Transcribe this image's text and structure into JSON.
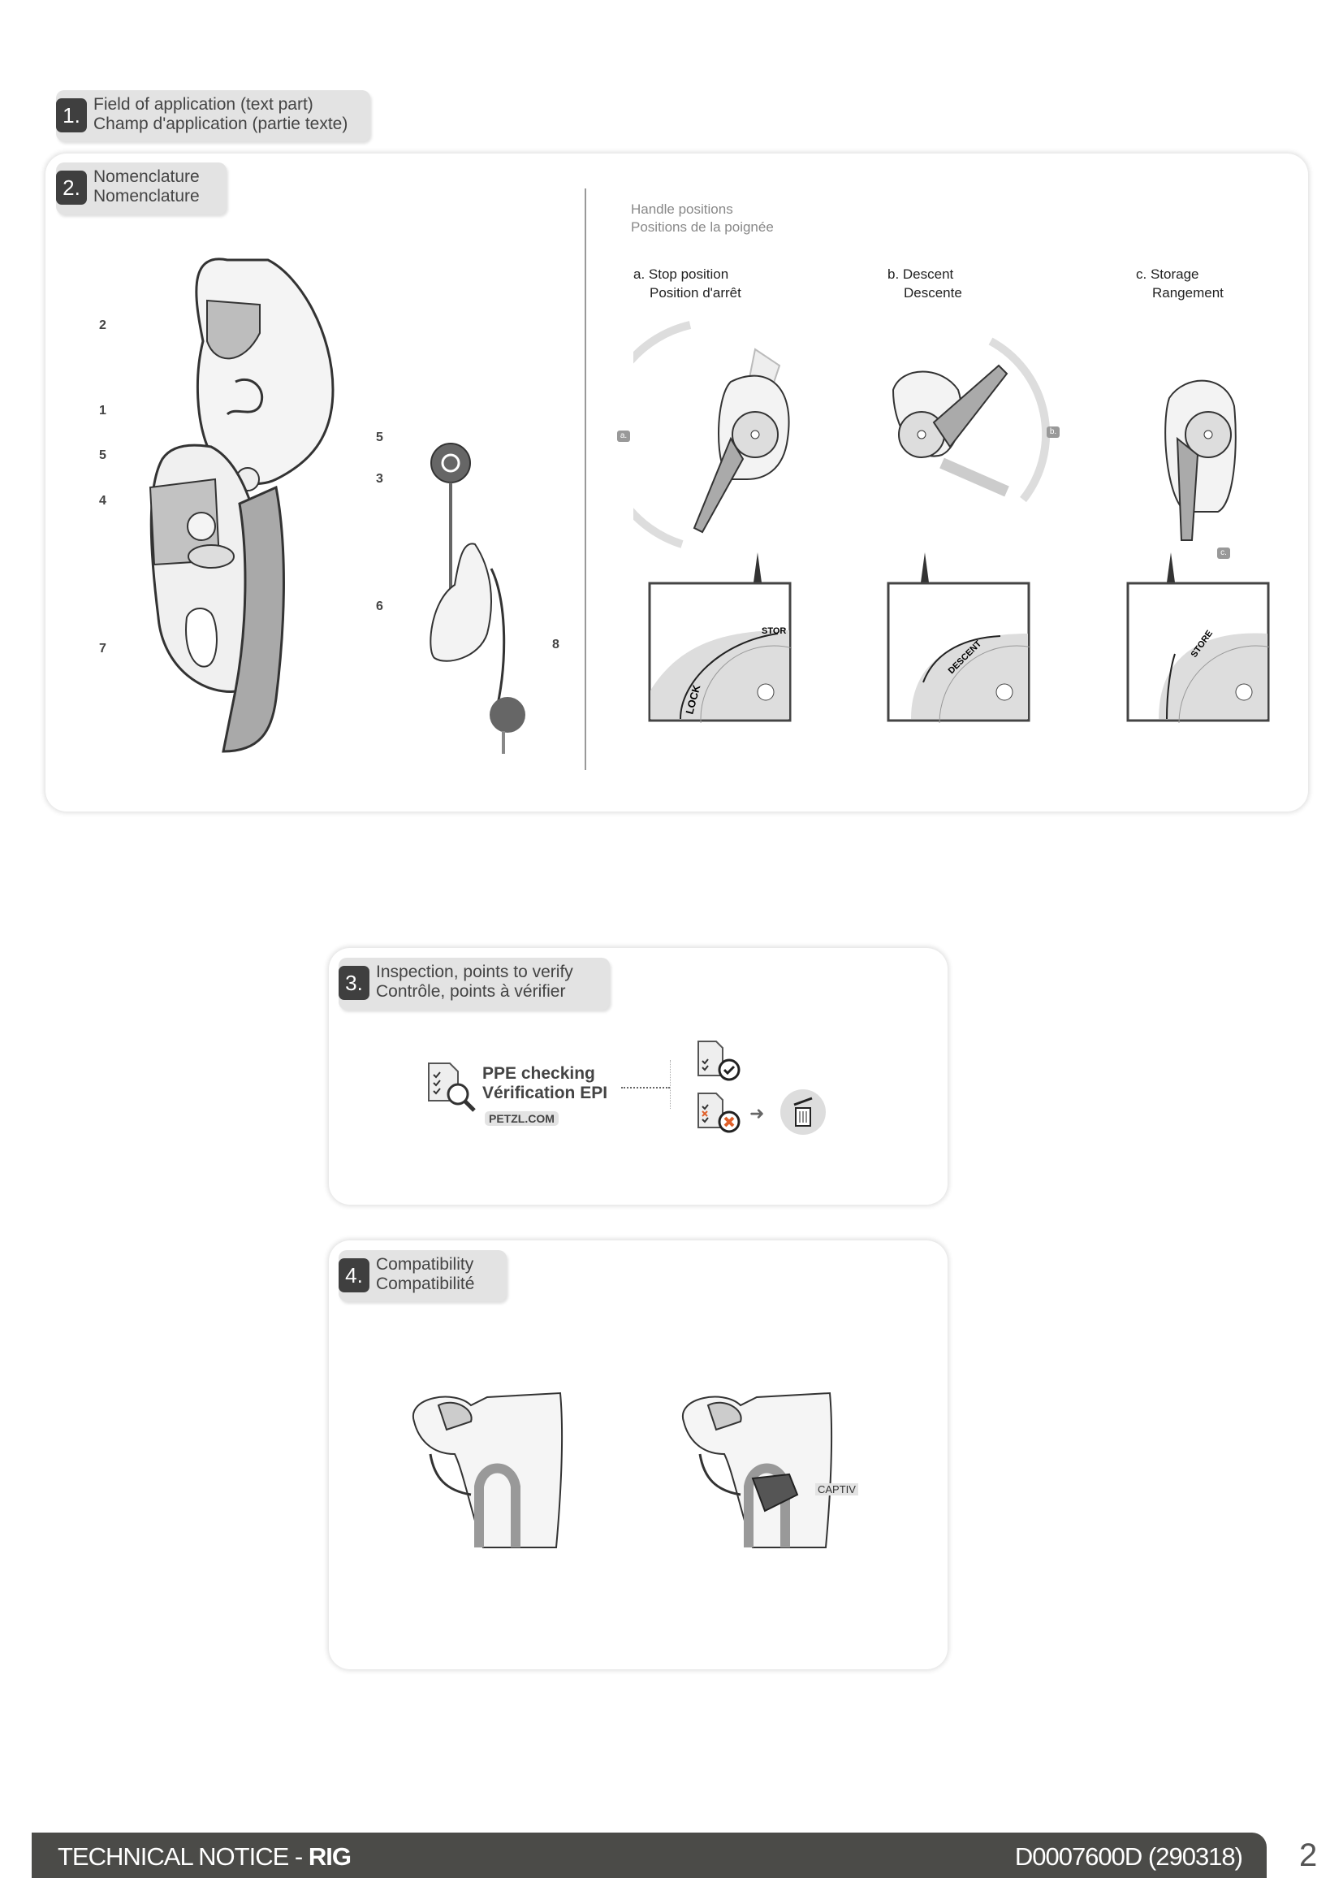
{
  "sections": {
    "s1": {
      "number": "1.",
      "line1": "Field of application (text part)",
      "line2": "Champ d'application (partie texte)"
    },
    "s2": {
      "number": "2.",
      "line1": "Nomenclature",
      "line2": "Nomenclature"
    },
    "s3": {
      "number": "3.",
      "line1": "Inspection, points to verify",
      "line2": "Contrôle, points à vérifier"
    },
    "s4": {
      "number": "4.",
      "line1": "Compatibility",
      "line2": "Compatibilité"
    }
  },
  "nomenclature": {
    "labels": [
      "2",
      "1",
      "5",
      "4",
      "7",
      "5",
      "3",
      "6",
      "8"
    ]
  },
  "handle_positions": {
    "title1": "Handle positions",
    "title2": "Positions de la poignée",
    "positions": [
      {
        "line1": "a. Stop position",
        "line2": "Position d'arrêt",
        "badge": "a.",
        "dial_text": "LOCK",
        "dial_text2": "STOR"
      },
      {
        "line1": "b. Descent",
        "line2": "Descente",
        "badge": "b.",
        "dial_text": "DESCENT"
      },
      {
        "line1": "c. Storage",
        "line2": "Rangement",
        "badge": "c.",
        "dial_text": "STORE"
      }
    ]
  },
  "inspection": {
    "ppe_line1": "PPE checking",
    "ppe_line2": "Vérification EPI",
    "website": "PETZL.COM",
    "icons": [
      "checklist-magnifier-icon",
      "checklist-ok-icon",
      "checklist-fail-icon",
      "arrow-right-icon",
      "trash-icon"
    ],
    "colors": {
      "fail": "#e0602a"
    }
  },
  "compatibility": {
    "captiv_label": "CAPTIV"
  },
  "footer": {
    "title_prefix": "TECHNICAL NOTICE - ",
    "product": "RIG",
    "doc_ref": "D0007600D (290318)",
    "page_number": "2",
    "bar_color": "#4b4b48"
  }
}
